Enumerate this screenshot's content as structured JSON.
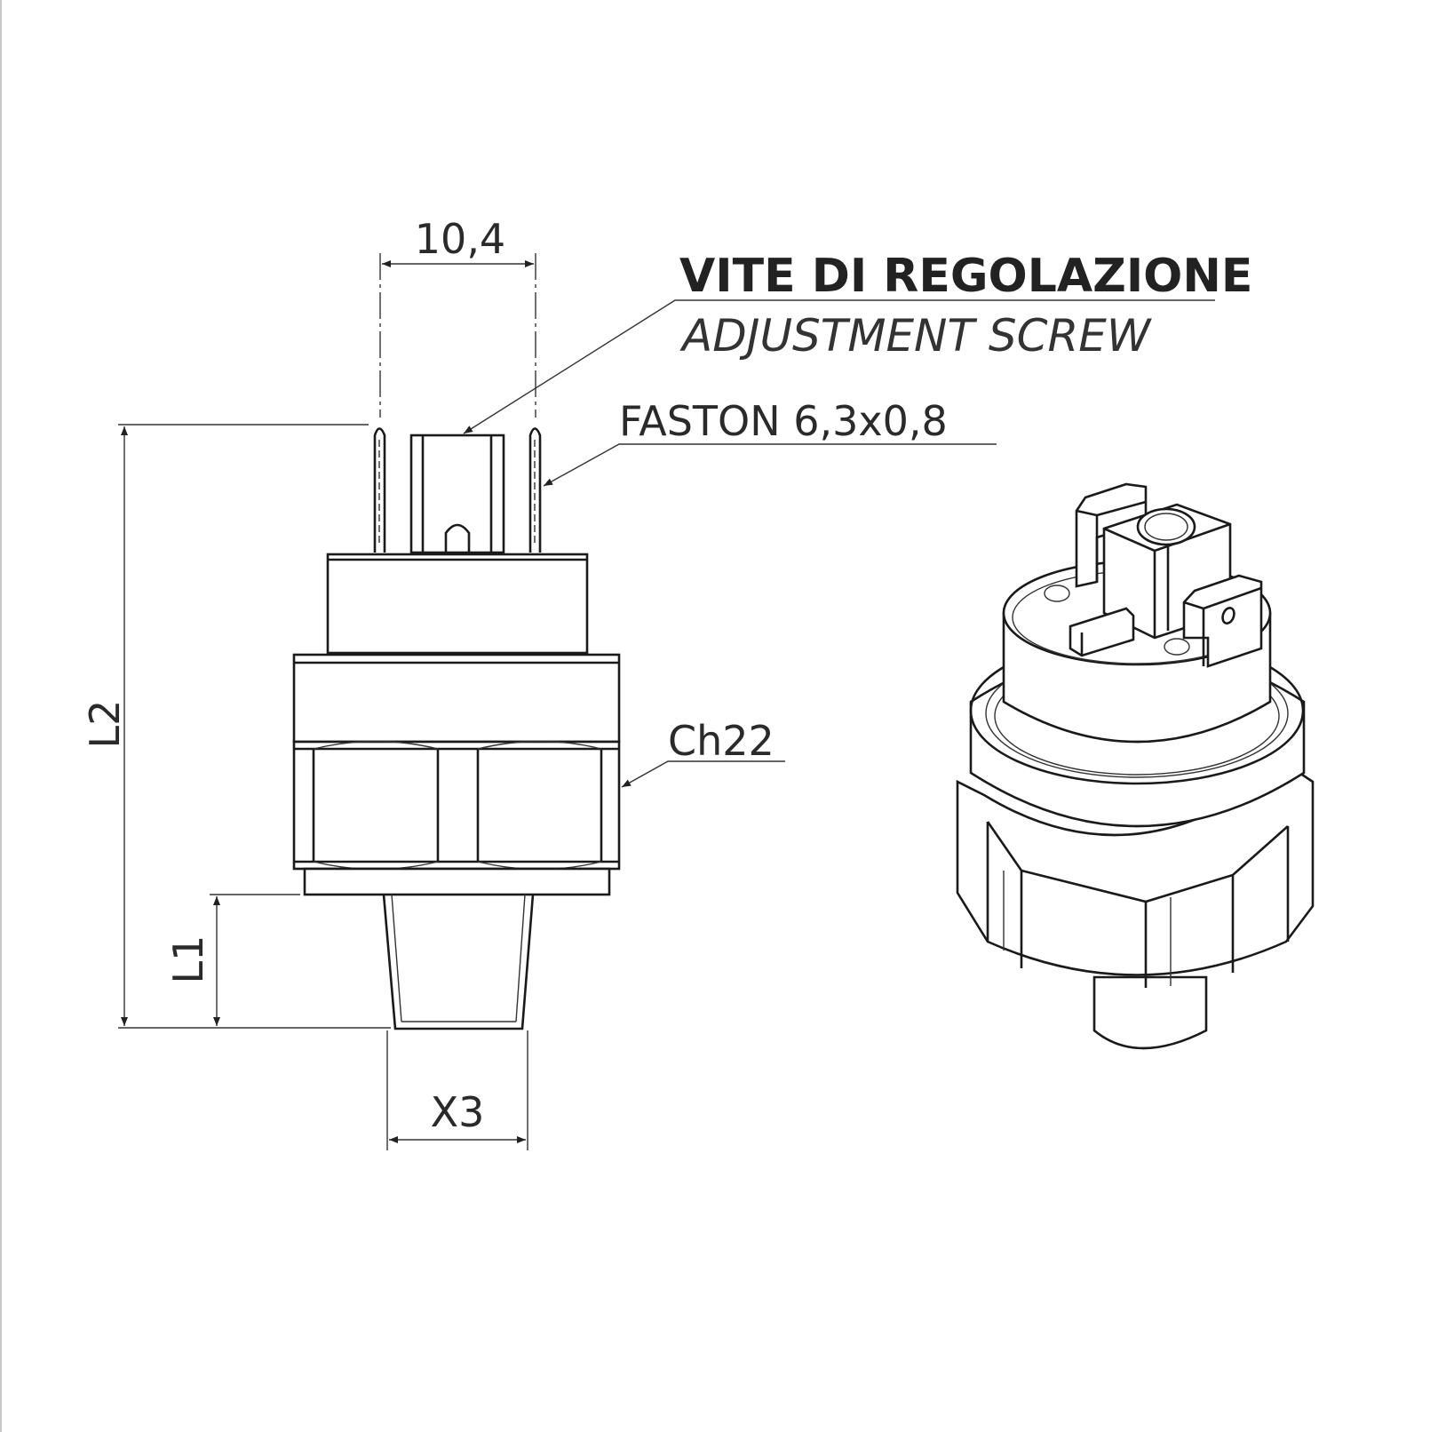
{
  "drawing": {
    "callouts": {
      "adjustment_screw_it": "VITE DI REGOLAZIONE",
      "adjustment_screw_en": "ADJUSTMENT SCREW",
      "faston": "FASTON 6,3x0,8",
      "hex": "Ch22"
    },
    "dimensions": {
      "pin_spacing": "10,4",
      "total_length": "L2",
      "thread_length": "L1",
      "thread_size": "X3"
    },
    "colors": {
      "line": "#1a1a1a",
      "background": "#ffffff"
    }
  }
}
